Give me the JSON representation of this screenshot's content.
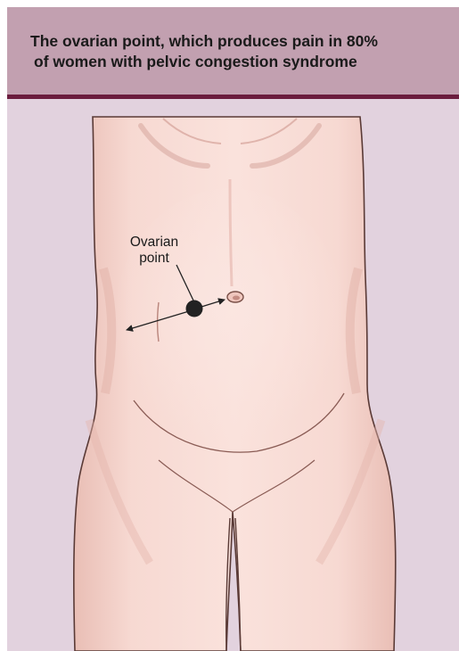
{
  "title": {
    "line1": "The ovarian point, which produces pain in 80%",
    "line2": "of women with pelvic congestion syndrome"
  },
  "callout": {
    "line1": "Ovarian",
    "line2": "point"
  },
  "colors": {
    "banner_background": "#c2a0b0",
    "banner_rule": "#6b1d3e",
    "panel_background": "#e2d2de",
    "skin": "#f6d6cf",
    "skin_shadow": "#e6b8ae",
    "outline": "#5a3a36",
    "marker": "#222222"
  }
}
